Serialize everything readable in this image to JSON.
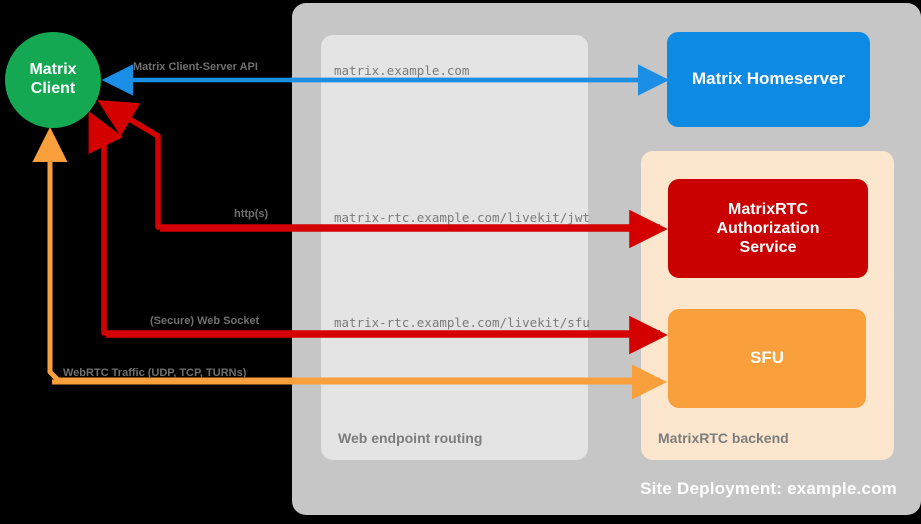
{
  "diagram": {
    "site": {
      "label": "Site Deployment: example.com",
      "color": "#c6c6c6"
    },
    "routing_panel": {
      "label": "Web endpoint routing",
      "color": "#e4e4e4"
    },
    "backend_panel": {
      "label": "MatrixRTC backend",
      "color": "#fce6cd"
    },
    "nodes": {
      "client": {
        "line1": "Matrix",
        "line2": "Client",
        "color": "#14a852"
      },
      "homeserver": {
        "label": "Matrix Homeserver",
        "color": "#0d8ae3"
      },
      "auth_service": {
        "line1": "MatrixRTC",
        "line2": "Authorization",
        "line3": "Service",
        "color": "#ca0000"
      },
      "sfu": {
        "label": "SFU",
        "color": "#f9a03c"
      }
    },
    "edges": [
      {
        "protocol_label": "Matrix Client-Server API",
        "endpoint_label": "matrix.example.com",
        "color": "#1b8ee6"
      },
      {
        "protocol_label": "http(s)",
        "endpoint_label": "matrix-rtc.example.com/livekit/jwt",
        "color": "#d40000"
      },
      {
        "protocol_label": "(Secure) Web Socket",
        "endpoint_label": "matrix-rtc.example.com/livekit/sfu",
        "color": "#d40000"
      },
      {
        "protocol_label": "WebRTC Traffic (UDP, TCP, TURNs)",
        "endpoint_label": "",
        "color": "#f9a03c"
      }
    ]
  }
}
